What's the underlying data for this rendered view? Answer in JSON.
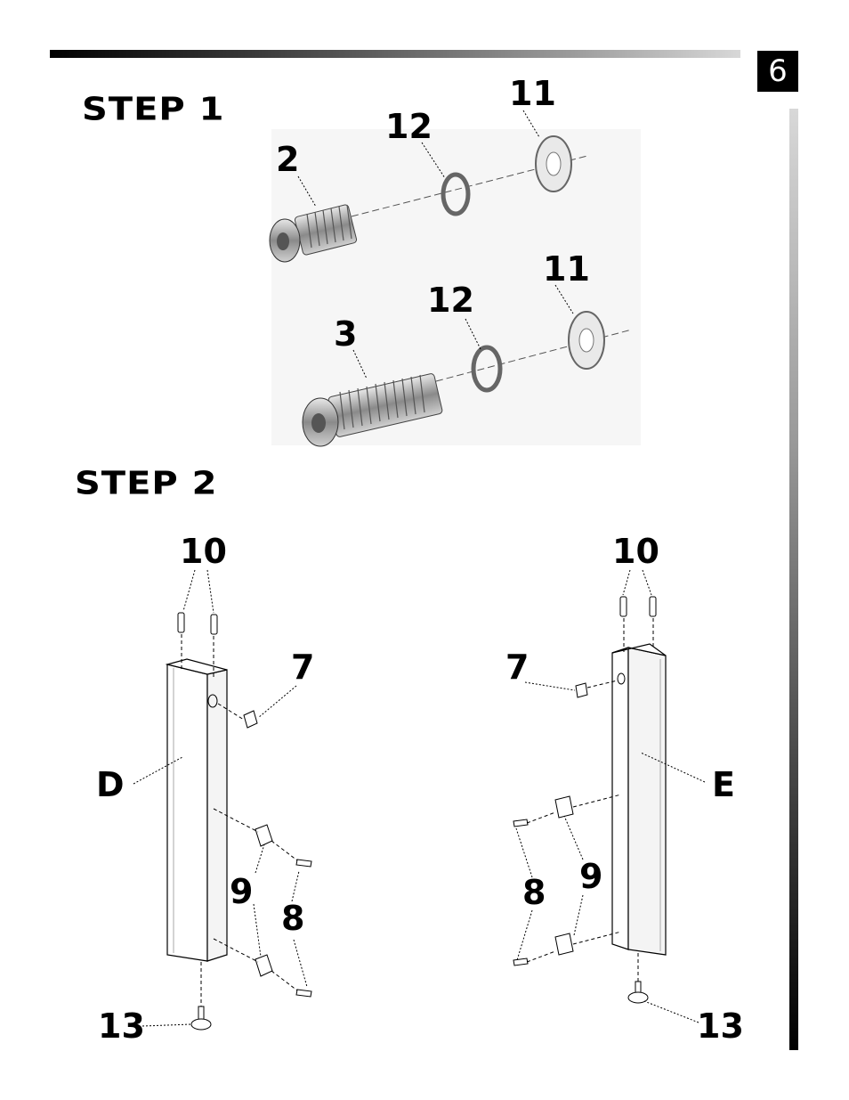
{
  "page_number": "6",
  "step1": {
    "title": "STEP 1",
    "callouts": {
      "bolt_a": "2",
      "lockwasher_a": "12",
      "washer_a": "11",
      "bolt_b": "3",
      "lockwasher_b": "12",
      "washer_b": "11"
    }
  },
  "step2": {
    "title": "STEP 2",
    "left": {
      "pins": "10",
      "nut": "7",
      "post": "D",
      "bracket": "9",
      "screw": "8",
      "foot": "13"
    },
    "right": {
      "pins": "10",
      "nut": "7",
      "post": "E",
      "bracket": "9",
      "screw": "8",
      "foot": "13"
    }
  }
}
